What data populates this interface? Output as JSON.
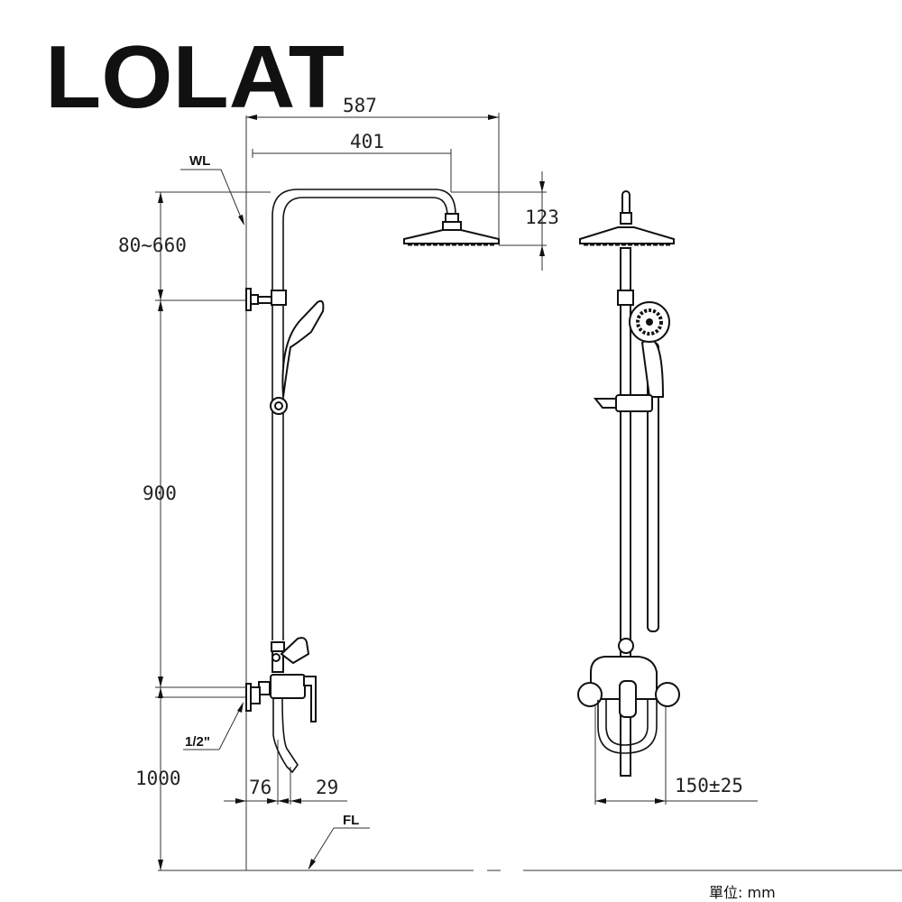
{
  "brand": {
    "logo_text": "LOLAT"
  },
  "labels": {
    "water_level": "WL",
    "floor_level": "FL",
    "inlet_size": "1/2\"",
    "unit": "單位: mm"
  },
  "dimensions": {
    "overall_projection": "587",
    "arm_projection": "401",
    "head_drop": "123",
    "bracket_height": "80~660",
    "rail_height": "900",
    "mixer_height": "1000",
    "mixer_offset": "76",
    "spout_offset": "29",
    "inlet_centers": "150±25"
  }
}
